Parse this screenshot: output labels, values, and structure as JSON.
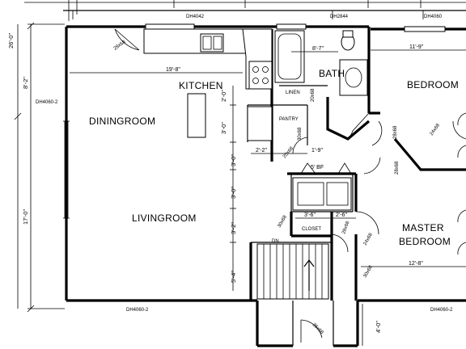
{
  "rooms": {
    "kitchen": "KITCHEN",
    "bath": "BATH",
    "bedroom": "BEDROOM",
    "diningroom": "DININGROOM",
    "livingroom": "LIVINGROOM",
    "master_line1": "MASTER",
    "master_line2": "BEDROOM",
    "linen": "LINEN",
    "pantry": "PANTRY",
    "closet": "CLOSET",
    "dn": "DN"
  },
  "windows": {
    "top_left": "DH4042",
    "top_mid": "DH2844",
    "top_right": "DH4060",
    "left": "DH4060-2",
    "bottom_left": "DH4060-2",
    "bottom_right": "DH4060-2"
  },
  "doors": {
    "front": "28x68",
    "hall_a": "28x68",
    "hall_b": "28x68",
    "bath_entry": "30x68",
    "pantry": "20x68",
    "linen": "20x68",
    "master": "28x68",
    "bedroom": "24x68",
    "closet_a": "30x68",
    "closet_b": "24x68",
    "stair": "30x68",
    "front_bottom": "36x68"
  },
  "dimensions": {
    "total_left": "26'-0\"",
    "upper_left": "8'-2\"",
    "lower_left": "17'-0\"",
    "kitchen_width": "19'-8\"",
    "bath_width": "8'-7\"",
    "bedroom_width": "11'-9\"",
    "master_width": "12'-8\"",
    "kitchen_v1": "2'-0\"",
    "kitchen_v2": "3'-0\"",
    "hall_v1": "3'-0\"",
    "hall_v2": "3'-0\"",
    "hall_v3": "3'-2\"",
    "hall_v4": "5'-4\"",
    "bottom_v": "4'-0\"",
    "pantry_w": "2'-2\"",
    "linen_w": "1'-9\"",
    "closet_w1": "3'-6\"",
    "closet_w2": "2'-6\"",
    "bf": "5' BF"
  }
}
